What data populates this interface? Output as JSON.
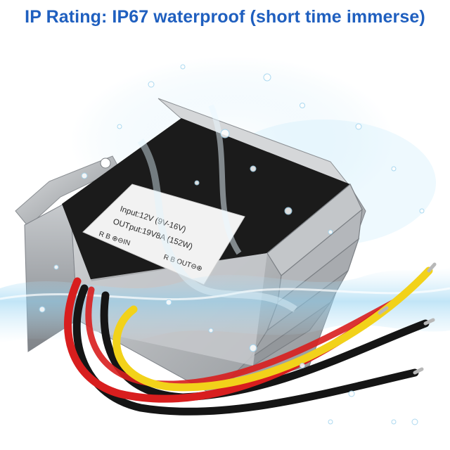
{
  "headline": "IP Rating: IP67 waterproof (short time immerse)",
  "label": {
    "input_line": "Input:12V (9V-16V)",
    "output_line": "OUTput:19V8A (152W)",
    "in_marking": "R B  ⊕⊖IN",
    "out_marking": "R B  OUT⊖⊕"
  },
  "colors": {
    "headline": "#1f5fbf",
    "housing": "#b9bcbf",
    "top_panel": "#1b1b1b",
    "label": "#f2f2f2",
    "wire_red": "#d81e1e",
    "wire_yellow": "#f2d21a",
    "wire_black": "#151515",
    "water": "#8fd0f0"
  }
}
